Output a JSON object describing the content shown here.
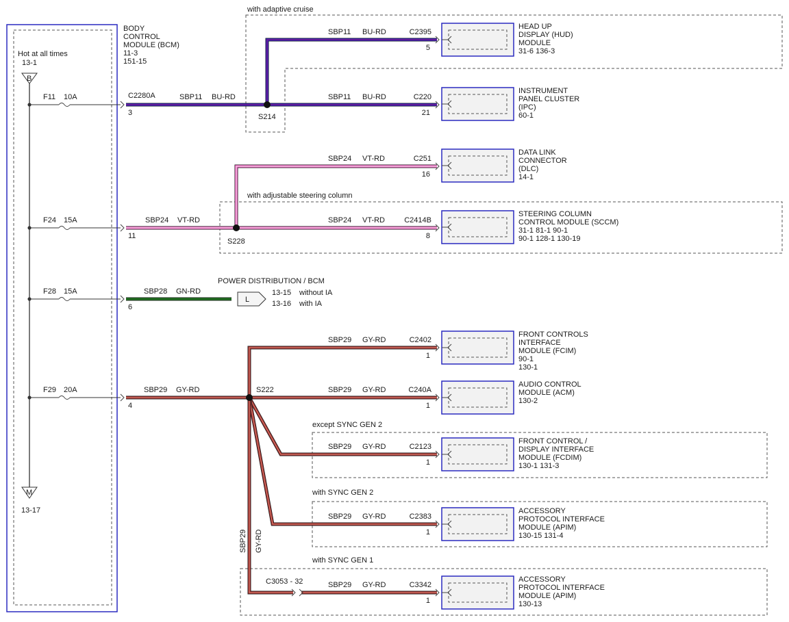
{
  "bcm": {
    "title": [
      "BODY",
      "CONTROL",
      "MODULE (BCM)",
      "11-3",
      "151-15"
    ],
    "hot_label": "Hot at all times",
    "hot_ref": "13-1",
    "top_connector": "B",
    "bottom_connector": "M",
    "bottom_ref": "13-17"
  },
  "colors": {
    "BU-RD": {
      "main": "#2a1fb5",
      "stripe": "#8a1a8a"
    },
    "VT-RD": {
      "main": "#e060b8",
      "stripe": "#ffd0ec"
    },
    "GN-RD": {
      "main": "#1f6b1f",
      "stripe": "#1f6b1f"
    },
    "GY-RD": {
      "main": "#8a2a2a",
      "stripe": "#e07a6a"
    },
    "module_border": "#2a2ac0"
  },
  "fuses": [
    {
      "label": "F11",
      "rating": "10A",
      "pin": "3",
      "connector": "C2280A",
      "circuit": "SBP11",
      "color": "BU-RD"
    },
    {
      "label": "F24",
      "rating": "15A",
      "pin": "11",
      "circuit": "SBP24",
      "color": "VT-RD"
    },
    {
      "label": "F28",
      "rating": "15A",
      "pin": "6",
      "circuit": "SBP28",
      "color": "GN-RD"
    },
    {
      "label": "F29",
      "rating": "20A",
      "pin": "4",
      "circuit": "SBP29",
      "color": "GY-RD"
    }
  ],
  "splices": [
    {
      "id": "S214"
    },
    {
      "id": "S228"
    },
    {
      "id": "S222"
    }
  ],
  "options": {
    "adaptive_cruise": "with adaptive cruise",
    "adjustable_column": "with adjustable steering column",
    "except_sync2": "except SYNC GEN 2",
    "with_sync2": "with SYNC GEN 2",
    "with_sync1": "with SYNC GEN 1"
  },
  "power_dist": {
    "title": "POWER DISTRIBUTION / BCM",
    "connector": "L",
    "refs": [
      {
        "page": "13-15",
        "note": "without IA"
      },
      {
        "page": "13-16",
        "note": "with IA"
      }
    ]
  },
  "modules": [
    {
      "id": "hud",
      "circuit": "SBP11",
      "color": "BU-RD",
      "connector": "C2395",
      "pin": "5",
      "lines": [
        "HEAD UP",
        "DISPLAY (HUD)",
        "MODULE",
        "31-6     136-3"
      ]
    },
    {
      "id": "ipc",
      "circuit": "SBP11",
      "color": "BU-RD",
      "connector": "C220",
      "pin": "21",
      "lines": [
        "INSTRUMENT",
        "PANEL CLUSTER",
        "(IPC)",
        "60-1"
      ]
    },
    {
      "id": "dlc",
      "circuit": "SBP24",
      "color": "VT-RD",
      "connector": "C251",
      "pin": "16",
      "lines": [
        "DATA LINK",
        "CONNECTOR",
        "(DLC)",
        "14-1"
      ]
    },
    {
      "id": "sccm",
      "circuit": "SBP24",
      "color": "VT-RD",
      "connector": "C2414B",
      "pin": "8",
      "lines": [
        "STEERING COLUMN",
        "CONTROL MODULE (SCCM)",
        "31-1     81-1       90-1",
        "90-1     128-1     130-19"
      ]
    },
    {
      "id": "fcim",
      "circuit": "SBP29",
      "color": "GY-RD",
      "connector": "C2402",
      "pin": "1",
      "lines": [
        "FRONT CONTROLS",
        "INTERFACE",
        "MODULE (FCIM)",
        "90-1",
        "130-1"
      ]
    },
    {
      "id": "acm",
      "circuit": "SBP29",
      "color": "GY-RD",
      "connector": "C240A",
      "pin": "1",
      "lines": [
        "AUDIO CONTROL",
        "MODULE (ACM)",
        "130-2"
      ]
    },
    {
      "id": "fcdim",
      "circuit": "SBP29",
      "color": "GY-RD",
      "connector": "C2123",
      "pin": "1",
      "lines": [
        "FRONT CONTROL /",
        "DISPLAY INTERFACE",
        "MODULE (FCDIM)",
        "130-1     131-3"
      ]
    },
    {
      "id": "apim2",
      "circuit": "SBP29",
      "color": "GY-RD",
      "connector": "C2383",
      "pin": "1",
      "lines": [
        "ACCESSORY",
        "PROTOCOL INTERFACE",
        "MODULE (APIM)",
        "130-15     131-4"
      ]
    },
    {
      "id": "apim1",
      "circuit": "SBP29",
      "color": "GY-RD",
      "connector": "C3342",
      "pin": "1",
      "lines": [
        "ACCESSORY",
        "PROTOCOL INTERFACE",
        "MODULE (APIM)",
        "130-13"
      ]
    }
  ],
  "inline_connector": "C3053 - 32",
  "vertical_label": {
    "circuit": "SBP29",
    "color": "GY-RD"
  }
}
